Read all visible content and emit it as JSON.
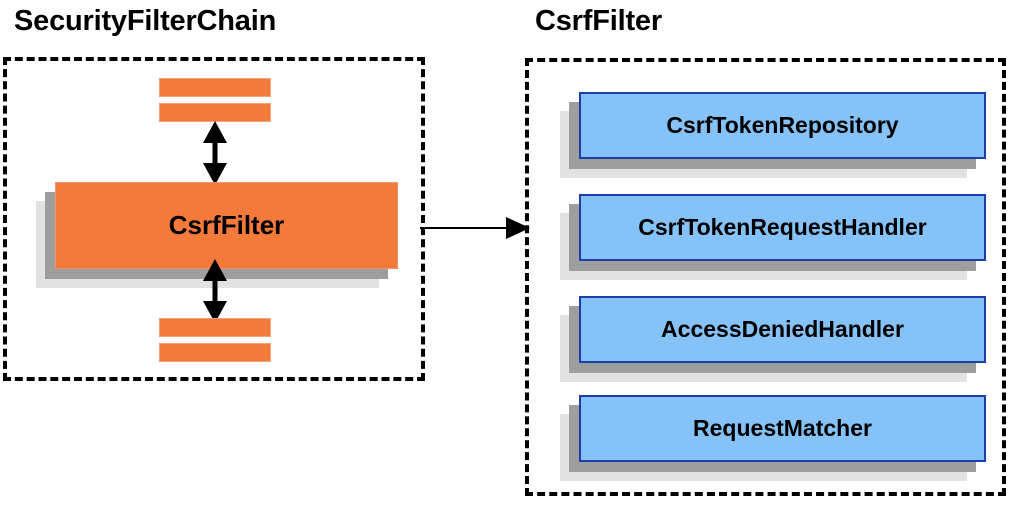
{
  "diagram": {
    "title_left": "SecurityFilterChain",
    "title_right": "CsrfFilter",
    "left_panel": {
      "main_box_label": "CsrfFilter",
      "filter_bars": [
        "",
        "",
        "",
        ""
      ]
    },
    "right_panel": {
      "components": [
        {
          "label": "CsrfTokenRepository"
        },
        {
          "label": "CsrfTokenRequestHandler"
        },
        {
          "label": "AccessDeniedHandler"
        },
        {
          "label": "RequestMatcher"
        }
      ]
    },
    "connectors": {
      "top_double_arrow": "double-headed-vertical-arrow",
      "bottom_double_arrow": "double-headed-vertical-arrow",
      "panel_link_arrow": "right-arrow"
    },
    "colors": {
      "orange_fill": "#f47a3c",
      "orange_border": "#f3a384",
      "blue_fill": "#85c2f8",
      "blue_border": "#1d3da8",
      "shadow_near": "#9e9e9e",
      "shadow_far": "#e2e2e2",
      "outline": "#000000",
      "background": "#ffffff"
    }
  }
}
